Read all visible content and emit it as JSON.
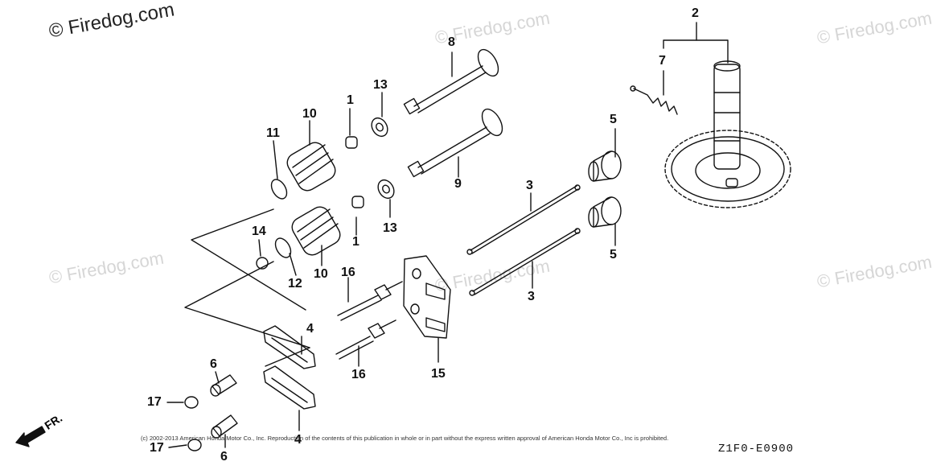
{
  "watermarks": {
    "main": "© Firedog.com",
    "faint": "© Firedog.com"
  },
  "callouts": {
    "c1a": "1",
    "c1b": "1",
    "c2": "2",
    "c3a": "3",
    "c3b": "3",
    "c4a": "4",
    "c4b": "4",
    "c5a": "5",
    "c5b": "5",
    "c6a": "6",
    "c6b": "6",
    "c7": "7",
    "c8": "8",
    "c9": "9",
    "c10a": "10",
    "c10b": "10",
    "c11": "11",
    "c12": "12",
    "c13a": "13",
    "c13b": "13",
    "c14": "14",
    "c15": "15",
    "c16a": "16",
    "c16b": "16",
    "c17a": "17",
    "c17b": "17"
  },
  "direction_label": "FR.",
  "copyright": "(c) 2002-2013 American Honda Motor Co., Inc. Reproduction of the contents of this publication in whole or in part without the express written approval of American Honda Motor Co., Inc is prohibited.",
  "diagram_code": "Z1F0-E0900"
}
